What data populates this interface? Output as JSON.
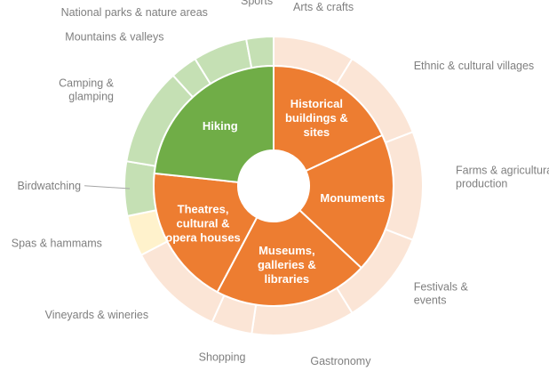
{
  "chart_data": {
    "type": "sunburst",
    "title": "",
    "inner_ring": [
      {
        "lines": [
          "Historical",
          "buildings &",
          "sites"
        ],
        "value": 65,
        "color": "#ed7d31"
      },
      {
        "lines": [
          "Monuments"
        ],
        "value": 68,
        "color": "#ed7d31"
      },
      {
        "lines": [
          "Museums,",
          "galleries &",
          "libraries"
        ],
        "value": 75,
        "color": "#ed7d31"
      },
      {
        "lines": [
          "Theatres,",
          "cultural &",
          "opera houses"
        ],
        "value": 68,
        "color": "#ed7d31"
      },
      {
        "lines": [
          "Hiking"
        ],
        "value": 84,
        "color": "#70ad47"
      }
    ],
    "outer_ring": [
      {
        "lines": [
          "Arts & crafts"
        ],
        "value": 30,
        "color": "#fbe5d6"
      },
      {
        "lines": [
          "Ethnic & cultural villages"
        ],
        "value": 35,
        "color": "#fbe5d6"
      },
      {
        "lines": [
          "Farms & agricultural",
          "production"
        ],
        "value": 40,
        "color": "#fbe5d6"
      },
      {
        "lines": [
          "Festivals &",
          "events"
        ],
        "value": 35,
        "color": "#fbe5d6"
      },
      {
        "lines": [
          "Gastronomy"
        ],
        "value": 38,
        "color": "#fbe5d6"
      },
      {
        "lines": [
          "Shopping"
        ],
        "value": 15,
        "color": "#fbe5d6"
      },
      {
        "lines": [
          "Vineyards & wineries"
        ],
        "value": 36,
        "color": "#fbe5d6"
      },
      {
        "lines": [
          "Spas & hammams"
        ],
        "value": 15,
        "color": "#fff2cc"
      },
      {
        "lines": [
          "Birdwatching"
        ],
        "value": 20,
        "color": "#c5e0b4"
      },
      {
        "lines": [
          "Camping &",
          "glamping"
        ],
        "value": 36,
        "color": "#c5e0b4"
      },
      {
        "lines": [
          "Mountains & valleys"
        ],
        "value": 10,
        "color": "#c5e0b4"
      },
      {
        "lines": [
          "National parks & nature areas"
        ],
        "value": 20,
        "color": "#c5e0b4"
      },
      {
        "lines": [
          "Sports"
        ],
        "value": 10,
        "color": "#c5e0b4"
      }
    ]
  }
}
